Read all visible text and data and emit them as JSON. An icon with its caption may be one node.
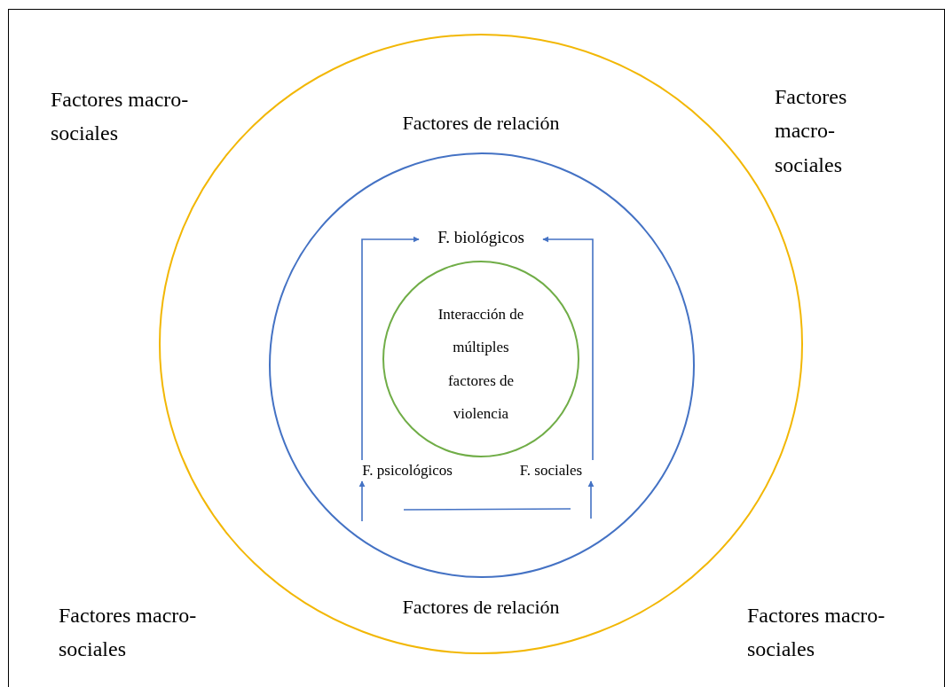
{
  "diagram": {
    "nodes": [
      {
        "text": [
          "Factores de relación",
          "Factores de relación"
        ]
      },
      {
        "text": [],
        "shape": "circle",
        "in": 0
      },
      {
        "text": [
          "Interacción de múltiples factores de violencia"
        ],
        "in": 1
      },
      {
        "text": [
          "F. biológicos"
        ],
        "in": 1
      },
      {
        "text": [
          "F. psicológicos"
        ],
        "in": 1
      },
      {
        "text": [
          "F. sociales"
        ],
        "in": 1
      }
    ],
    "edges": [
      {
        "from": 4,
        "to": 3,
        "arrow": "to"
      },
      {
        "from": 5,
        "to": 3,
        "arrow": "to"
      },
      {
        "from": null,
        "to": 4,
        "arrow": "to"
      },
      {
        "from": null,
        "to": 5,
        "arrow": "to"
      }
    ],
    "labels": [
      "Factores macro-sociales",
      "Factores macro-sociales",
      "Factores macro-sociales",
      "Factores macro-sociales"
    ]
  }
}
